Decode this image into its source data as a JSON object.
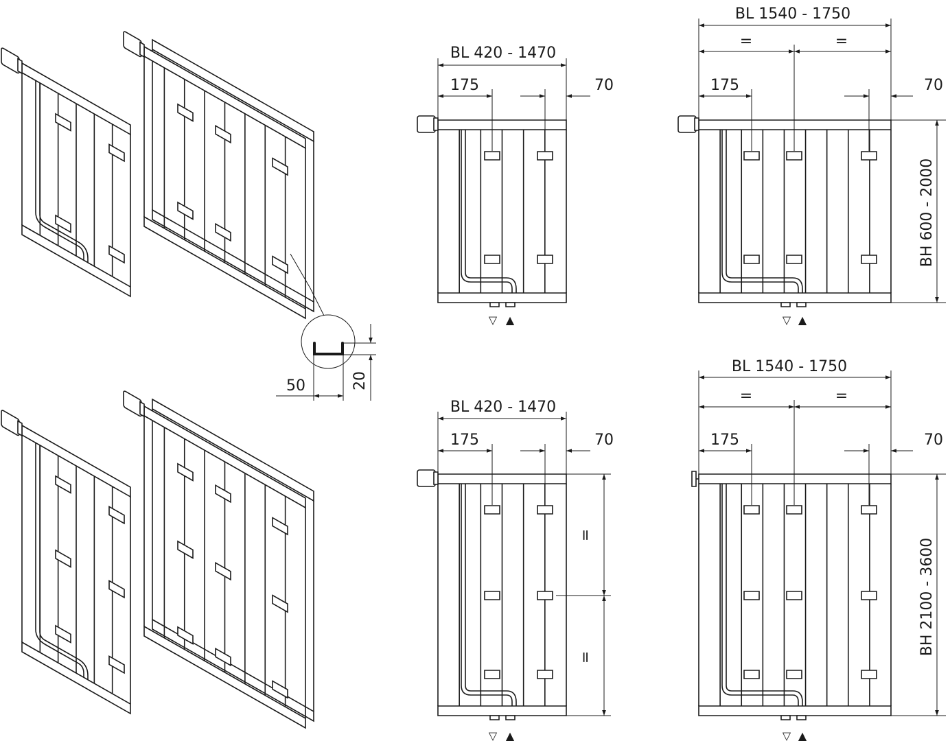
{
  "drawings": {
    "top_narrow": {
      "width_label": "BL 420 - 1470",
      "left_offset": "175",
      "right_offset": "70"
    },
    "top_wide": {
      "width_label": "BL 1540 - 1750",
      "equal_left": "=",
      "equal_right": "=",
      "left_offset": "175",
      "right_offset": "70",
      "height_label": "BH 600 - 2000"
    },
    "bottom_narrow": {
      "width_label": "BL 420 - 1470",
      "left_offset": "175",
      "right_offset": "70",
      "equal_upper": "=",
      "equal_lower": "="
    },
    "bottom_wide": {
      "width_label": "BL 1540 - 1750",
      "equal_left": "=",
      "equal_right": "=",
      "left_offset": "175",
      "right_offset": "70",
      "height_label": "BH 2100 - 3600"
    },
    "profile_detail": {
      "width": "50",
      "depth": "20"
    },
    "connection_symbols": {
      "flow": "▽",
      "return": "▲"
    }
  }
}
